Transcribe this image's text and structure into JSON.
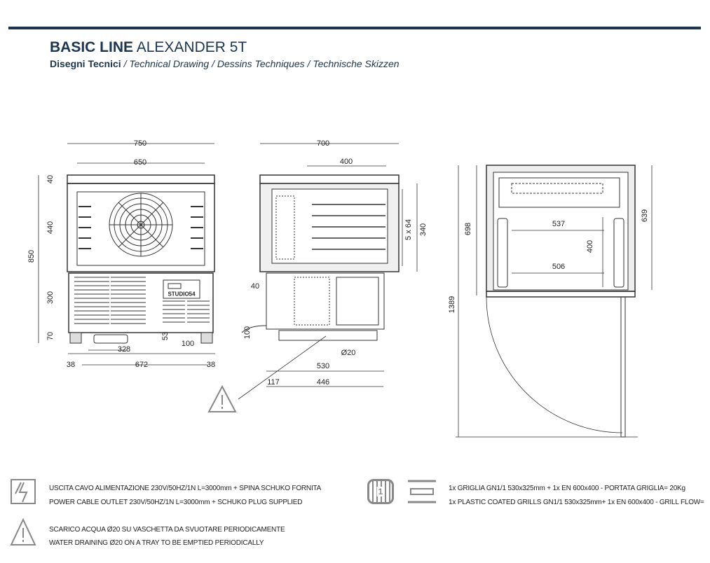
{
  "header": {
    "title_bold": "BASIC LINE",
    "title_rest": "ALEXANDER 5T",
    "subtitle_bold": "Disegni Tecnici",
    "subtitle_rest": "/ Technical Drawing / Dessins Techniques / Technische Skizzen"
  },
  "front_view": {
    "brand": "STUDIO54",
    "dims": {
      "w_total": "750",
      "w_inner": "650",
      "h_top": "40",
      "h_chamber": "440",
      "h_total": "850",
      "h_base": "300",
      "h_feet": "70",
      "tray_w": "328",
      "tray_h": "53",
      "cable": "100",
      "side_l": "38",
      "w_between": "672",
      "side_r": "38"
    }
  },
  "side_view": {
    "dims": {
      "depth": "700",
      "inner": "400",
      "slots": "5 x 64",
      "h_inner": "340",
      "offset": "40",
      "h_low": "100",
      "drain": "Ø20",
      "w530": "530",
      "w117": "117",
      "w446": "446"
    }
  },
  "top_view": {
    "dims": {
      "d698": "698",
      "d639": "639",
      "w537": "537",
      "d400": "400",
      "w506": "506",
      "d1389": "1389"
    }
  },
  "notes": {
    "power_it": "USCITA CAVO ALIMENTAZIONE 230V/50HZ/1N L=3000mm + SPINA SCHUKO FORNITA",
    "power_en": "POWER CABLE OUTLET 230V/50HZ/1N L=3000mm + SCHUKO PLUG SUPPLIED",
    "water_it": "SCARICO ACQUA Ø20 SU VASCHETTA DA SVUOTARE PERIODICAMENTE",
    "water_en": "WATER DRAINING Ø20 ON A TRAY TO BE EMPTIED PERIODICALLY",
    "grill_count": "1",
    "grill_it": "1x GRIGLIA GN1/1 530x325mm + 1x EN 600x400 - PORTATA GRIGLIA= 20Kg",
    "grill_en": "1x PLASTIC COATED GRILLS GN1/1 530x325mm+ 1x EN 600x400 - GRILL FLOW="
  },
  "colors": {
    "brand": "#1b3550",
    "icon": "#888888"
  }
}
